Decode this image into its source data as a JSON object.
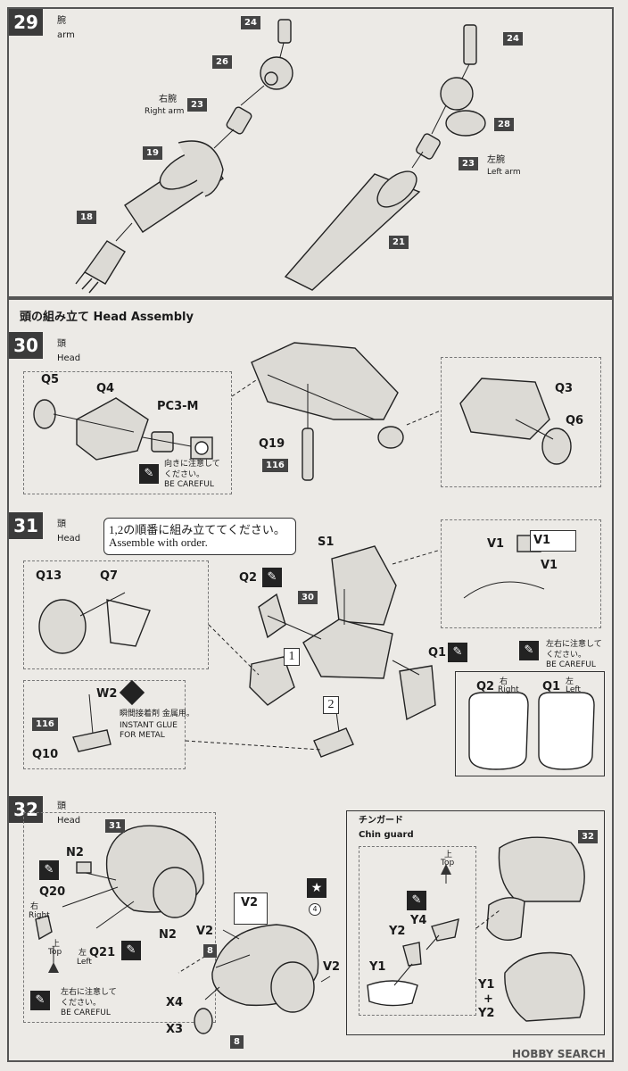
{
  "step29": {
    "num": "29",
    "jp": "腕",
    "en": "arm",
    "right_arm_jp": "右腕",
    "right_arm_en": "Right arm",
    "left_arm_jp": "左腕",
    "left_arm_en": "Left arm",
    "parts": [
      "24",
      "26",
      "23",
      "19",
      "18",
      "24",
      "28",
      "23",
      "21"
    ]
  },
  "section": {
    "title": "頭の組み立て Head Assembly"
  },
  "step30": {
    "num": "30",
    "jp": "頭",
    "en": "Head",
    "q5": "Q5",
    "q4": "Q4",
    "pc3m": "PC3-M",
    "q19": "Q19",
    "paint116": "116",
    "q3": "Q3",
    "q6": "Q6",
    "careful_jp": "向きに注意して\nください。",
    "careful_en": "BE CAREFUL"
  },
  "step31": {
    "num": "31",
    "jp": "頭",
    "en": "Head",
    "note_jp": "1,2の順番に組み立ててください。",
    "note_en": "Assemble with order.",
    "q13": "Q13",
    "q7": "Q7",
    "q2": "Q2",
    "s1": "S1",
    "ref30": "30",
    "q1": "Q1",
    "w2": "W2",
    "paint116": "116",
    "q10": "Q10",
    "glue_jp": "瞬間接着剤 金属用。",
    "glue_en": "INSTANT GLUE\nFOR METAL",
    "order1": "1",
    "order2": "2",
    "v1a": "V1",
    "v1box": "V1",
    "v1b": "V1",
    "careful_jp": "左右に注意して\nください。",
    "careful_en": "BE CAREFUL",
    "q2_label": "Q2",
    "q2_side_jp": "右",
    "q2_side_en": "Right",
    "q1_label": "Q1",
    "q1_side_jp": "左",
    "q1_side_en": "Left"
  },
  "step32": {
    "num": "32",
    "jp": "頭",
    "en": "Head",
    "ref31": "31",
    "n2a": "N2",
    "q20": "Q20",
    "right_jp": "右",
    "right_en": "Right",
    "top_jp": "上",
    "top_en": "Top",
    "q21": "Q21",
    "left_jp": "左",
    "left_en": "Left",
    "n2b": "N2",
    "v2box": "V2",
    "v2a": "V2",
    "ref8a": "8",
    "v2b": "V2",
    "x4": "X4",
    "x3": "X3",
    "ref8b": "8",
    "ref4": "4",
    "careful_jp": "左右に注意して\nください。",
    "careful_en": "BE CAREFUL",
    "chin_jp": "チンガード",
    "chin_en": "Chin guard",
    "chin_top_jp": "上",
    "chin_top_en": "Top",
    "y4": "Y4",
    "y2": "Y2",
    "y1": "Y1",
    "ref32": "32",
    "combo_y1": "Y1",
    "combo_plus": "+",
    "combo_y2": "Y2"
  },
  "watermark": "HOBBY SEARCH",
  "colors": {
    "bg": "#eceae6",
    "tag": "#444444",
    "frame": "#555555"
  }
}
